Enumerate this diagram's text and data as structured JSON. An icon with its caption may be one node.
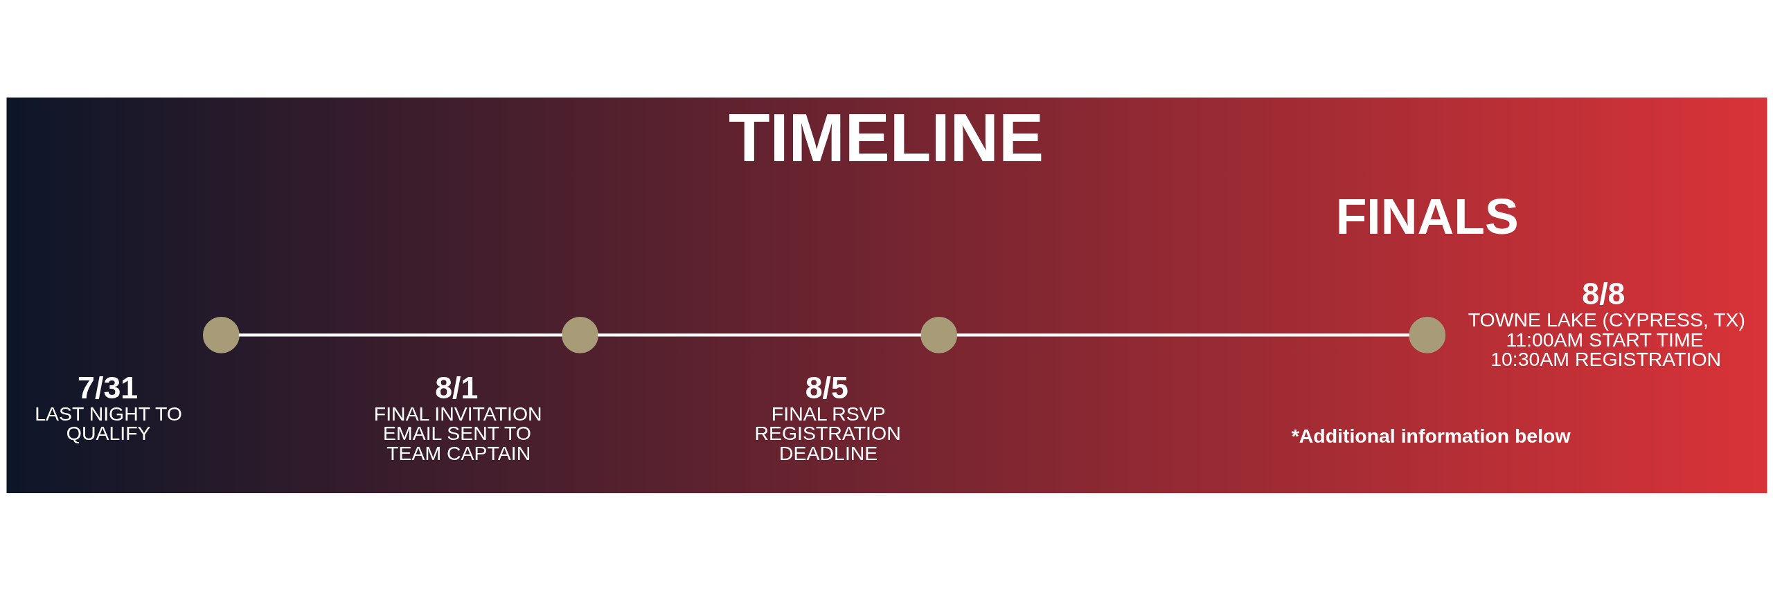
{
  "diagram": {
    "title": "TIMELINE",
    "nodes": [
      {
        "text": [],
        "shape": "circle",
        "beside": [
          "7/31",
          "LAST NIGHT TO QUALIFY"
        ]
      },
      {
        "text": [],
        "shape": "circle",
        "beside": [
          "8/1",
          "FINAL INVITATION EMAIL SENT TO TEAM CAPTAIN"
        ]
      },
      {
        "text": [],
        "shape": "circle",
        "beside": [
          "8/5",
          "FINAL RSVP REGISTRATION DEADLINE"
        ]
      },
      {
        "text": [],
        "shape": "circle",
        "beside": [
          "8/8",
          "TOWNE LAKE (CYPRESS, TX)",
          "11:00AM START TIME",
          "10:30AM REGISTRATION"
        ]
      }
    ],
    "edges": [
      {
        "from": 0,
        "to": 1,
        "arrow": "none"
      },
      {
        "from": 1,
        "to": 2,
        "arrow": "none"
      },
      {
        "from": 2,
        "to": 3,
        "arrow": "none"
      }
    ],
    "labels": [
      "FINALS",
      "*Additional information below"
    ]
  }
}
